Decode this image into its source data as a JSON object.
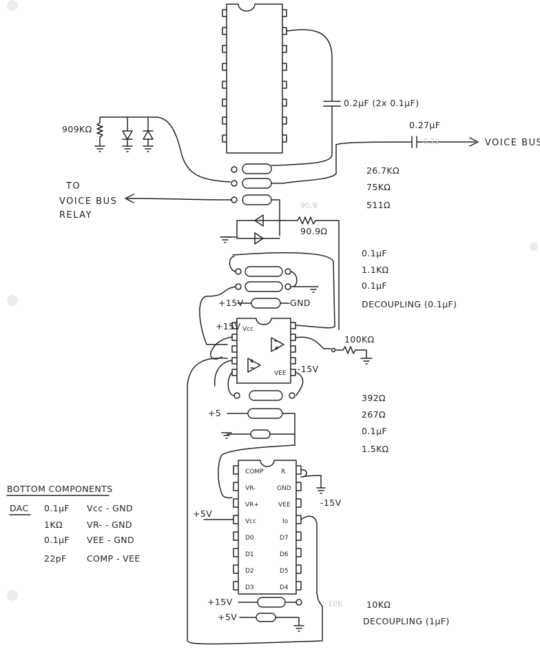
{
  "labels": {
    "cap_top": "0.2µF (2x 0.1µF)",
    "res_left": "909KΩ",
    "cap_out": "0.27µF",
    "voice_bus": "VOICE BUS",
    "to_relay": [
      "TO",
      "VOICE BUS",
      "RELAY"
    ],
    "res_909": "90.9Ω",
    "res_100k": "100KΩ",
    "minus15": "-15V",
    "plus15": "+15V",
    "gnd": "GND",
    "plus5": "+5",
    "plus5v": "+5V"
  },
  "legend1": [
    "26.7KΩ",
    "75KΩ",
    "511Ω"
  ],
  "legend2": [
    "0.1µF",
    "1.1KΩ",
    "0.1µF",
    "DECOUPLING (0.1µF)"
  ],
  "legend3": [
    "392Ω",
    "267Ω",
    "0.1µF",
    "1.5KΩ"
  ],
  "legend4": [
    "10KΩ",
    "DECOUPLING (1µF)"
  ],
  "opamp": {
    "vcc": "Vcc",
    "vee": "VEE"
  },
  "dac": {
    "left_pins": [
      "COMP",
      "VR-",
      "VR+",
      "Vcc",
      "D0",
      "D1",
      "D2",
      "D3"
    ],
    "right_pins": [
      "R",
      "GND",
      "VEE",
      "Io",
      "D7",
      "D6",
      "D5",
      "D4"
    ]
  },
  "bottom": {
    "title": "BOTTOM COMPONENTS",
    "dac_label": "DAC",
    "rows": [
      {
        "value": "0.1µF",
        "connection": "Vcc - GND"
      },
      {
        "value": "1KΩ",
        "connection": "VR- - GND"
      },
      {
        "value": "0.1µF",
        "connection": "VEE - GND"
      },
      {
        "value": "22pF",
        "connection": "COMP - VEE"
      }
    ]
  }
}
